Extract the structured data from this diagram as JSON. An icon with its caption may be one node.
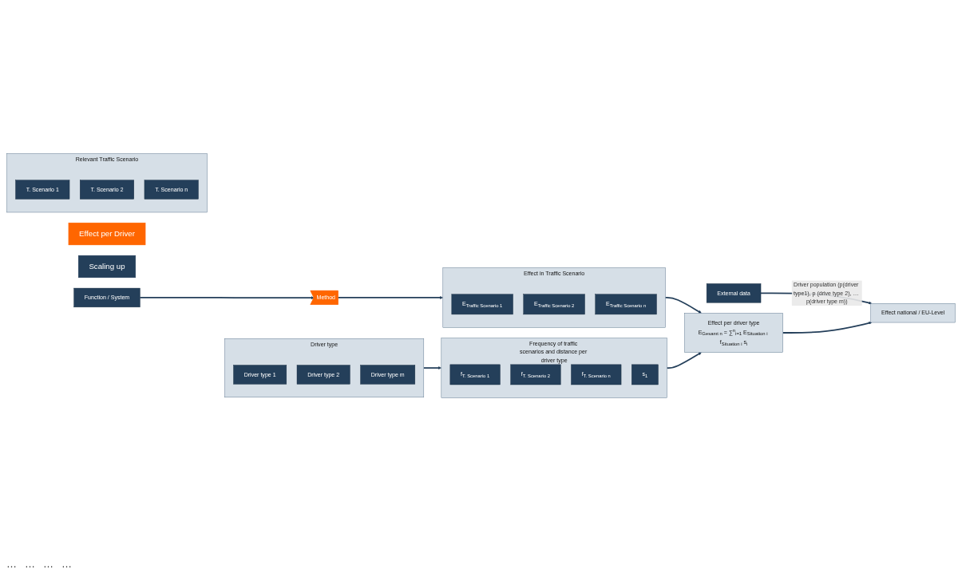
{
  "diagram": {
    "nodes": [
      {
        "text": [
          "Effect per Driver"
        ]
      },
      {
        "text": [
          "Scaling up"
        ]
      },
      {
        "text": [
          "Function / System"
        ]
      },
      {
        "text": [
          "External data"
        ]
      },
      {
        "text": [
          "Relevant Traffic Scenario"
        ]
      },
      {
        "text": [
          "T. Scenario 1"
        ],
        "in": 4
      },
      {
        "text": [
          "T. Scenario 2"
        ],
        "in": 4
      },
      {
        "text": [
          "T. Scenario n"
        ],
        "in": 4
      },
      {
        "text": [
          "Effect in Traffic Scenario"
        ]
      },
      {
        "text": [
          "E$_{Traffic Scenario 1}$"
        ],
        "in": 8
      },
      {
        "text": [
          "E$_{Traffic Scenario 2}$"
        ],
        "in": 8
      },
      {
        "text": [
          "E$_{Traffic Scenario n}$"
        ],
        "in": 8
      },
      {
        "text": [
          "Method"
        ]
      },
      {
        "text": [
          "Effect per driver type",
          "E$_{Gesamt n}$ = ∑$^{n}$$_{i=1}$ E$_{Situation i}$ f$_{Situation i}$ s$_{i}$"
        ]
      },
      {
        "text": [
          "Effect national / EU-Level"
        ]
      },
      {
        "text": [
          "Driver type"
        ]
      },
      {
        "text": [
          "Driver type 1"
        ],
        "in": 15
      },
      {
        "text": [
          "Driver type 2"
        ],
        "in": 15
      },
      {
        "text": [
          "Driver type m"
        ],
        "in": 15
      },
      {
        "text": [
          "Frequency of traffic scenarios and distance per driver type"
        ]
      },
      {
        "text": [
          "f$_{T. Scenario 1}$"
        ],
        "in": 19
      },
      {
        "text": [
          "f$_{T. Scenario 2}$"
        ],
        "in": 19
      },
      {
        "text": [
          "f$_{T. Scenario n}$"
        ],
        "in": 19
      },
      {
        "text": [
          "s$_{1}$"
        ],
        "in": 19
      }
    ],
    "edges": [
      {
        "from": 2,
        "to": 12,
        "arrow": "to"
      },
      {
        "from": 12,
        "to": 8,
        "arrow": "to"
      },
      {
        "from": 8,
        "to": 13,
        "arrow": "to"
      },
      {
        "from": 3,
        "to": 14,
        "arrow": "to",
        "label": "Driver population (p(driver type1), p (drive type 2), … p(driver type m))"
      },
      {
        "from": 13,
        "to": 14,
        "arrow": "to"
      },
      {
        "from": 15,
        "to": 19,
        "arrow": "to"
      },
      {
        "from": 19,
        "to": 13,
        "arrow": "to"
      }
    ],
    "labels": [
      "…",
      "…",
      "…",
      "…"
    ]
  }
}
